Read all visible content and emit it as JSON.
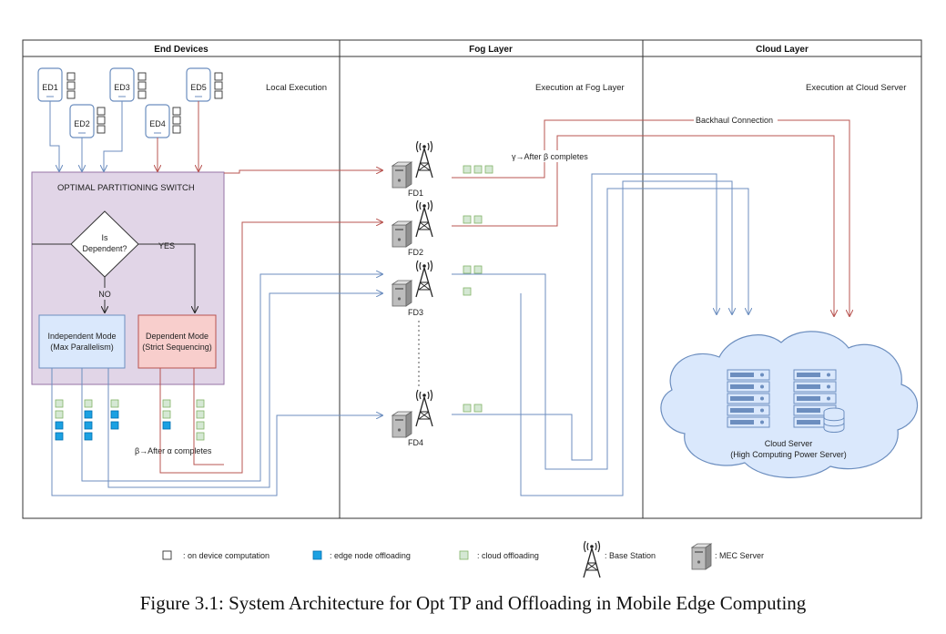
{
  "columns": {
    "end_devices": "End Devices",
    "fog_layer": "Fog Layer",
    "cloud_layer": "Cloud Layer"
  },
  "labels": {
    "local_execution": "Local Execution",
    "fog_execution": "Execution at Fog Layer",
    "cloud_execution": "Execution at Cloud Server",
    "backhaul": "Backhaul Connection",
    "gamma_note": "γ→After β completes",
    "beta_note": "β→After α completes"
  },
  "devices": [
    "ED1",
    "ED2",
    "ED3",
    "ED4",
    "ED5"
  ],
  "switch": {
    "title": "OPTIMAL PARTITIONING SWITCH",
    "decision_line1": "Is",
    "decision_line2": "Dependent?",
    "yes": "YES",
    "no": "NO",
    "independent_line1": "Independent Mode",
    "independent_line2": "(Max Parallelism)",
    "dependent_line1": "Dependent Mode",
    "dependent_line2": "(Strict Sequencing)"
  },
  "fog_devices": [
    "FD1",
    "FD2",
    "FD3",
    "FD4"
  ],
  "cloud": {
    "line1": "Cloud Server",
    "line2": "(High Computing Power Server)"
  },
  "legend": {
    "on_device": ": on device computation",
    "edge": ": edge node offloading",
    "cloud": ": cloud offloading",
    "base_station": ": Base Station",
    "mec": ": MEC Server"
  },
  "caption": "Figure 3.1: System Architecture for Opt TP and Offloading in Mobile Edge Computing",
  "colors": {
    "blue_line": "#6c8ebf",
    "red_line": "#b85450",
    "switch_fill": "#e1d5e7",
    "independent_fill": "#dae8fc",
    "dependent_fill": "#f8cecc",
    "edge_square": "#1ba1e2",
    "cloud_square": "#d5e8d4",
    "cloud_fill": "#dae8fc"
  }
}
